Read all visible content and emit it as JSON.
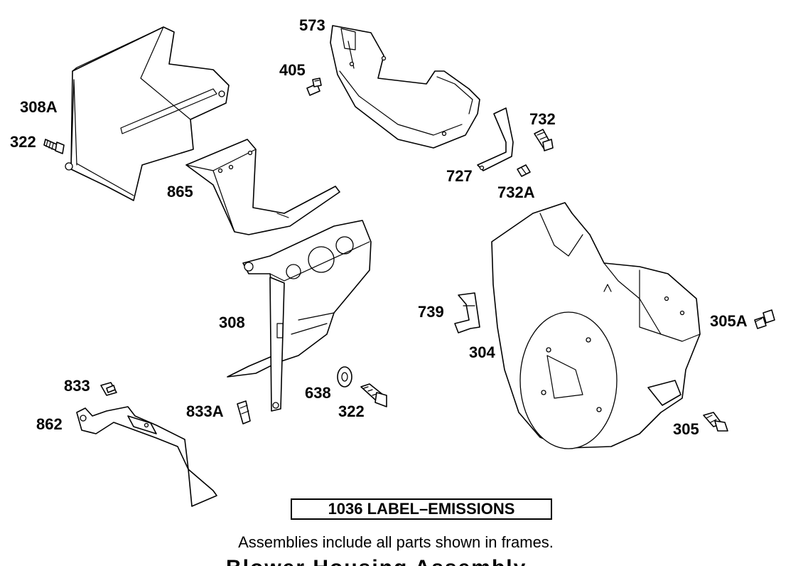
{
  "diagram": {
    "labels": {
      "p308A": "308A",
      "p322a": "322",
      "p865": "865",
      "p573": "573",
      "p405": "405",
      "p732": "732",
      "p727": "727",
      "p732A": "732A",
      "p308": "308",
      "p739": "739",
      "p304": "304",
      "p305A": "305A",
      "p833": "833",
      "p862": "862",
      "p833A": "833A",
      "p638": "638",
      "p322b": "322",
      "p305": "305"
    },
    "frame_label": "1036 LABEL–EMISSIONS",
    "footnote": "Assemblies include all parts shown in frames.",
    "cut_off_title": "Blower Housing Assembly"
  }
}
